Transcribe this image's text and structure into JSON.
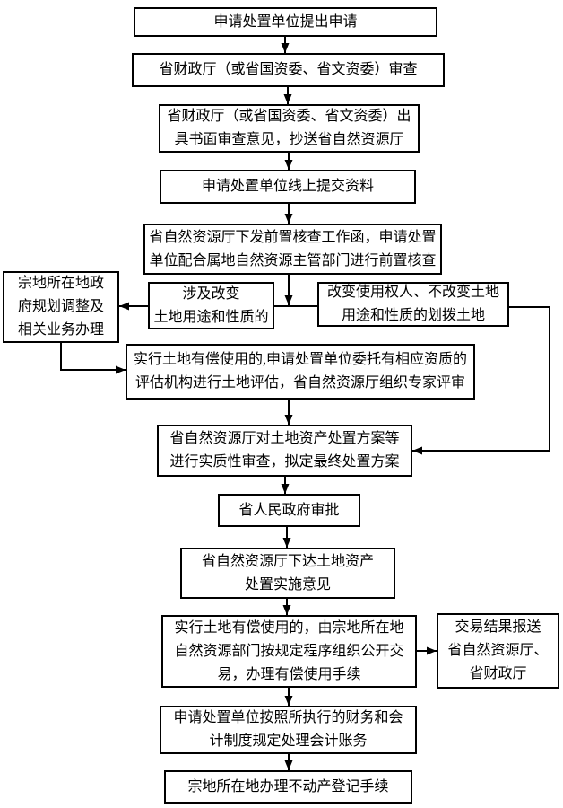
{
  "colors": {
    "background": "#ffffff",
    "line": "#000000",
    "text": "#000000"
  },
  "nodes": {
    "n1": {
      "text": "申请处置单位提出申请"
    },
    "n2": {
      "text": "省财政厅（或省国资委、省文资委）审查"
    },
    "n3": {
      "text": "省财政厅（或省国资委、省文资委）出\n具书面审查意见，抄送省自然资源厅"
    },
    "n4": {
      "text": "申请处置单位线上提交资料"
    },
    "n5": {
      "text": "省自然资源厅下发前置核查工作函，申请处置\n单位配合属地自然资源主管部门进行前置核查"
    },
    "n6": {
      "text": "涉及改变\n土地用途和性质的"
    },
    "n7": {
      "text": "改变使用权人、不改变土地\n用途和性质的划拨土地"
    },
    "n8": {
      "text": "宗地所在地政\n府规划调整及\n相关业务办理"
    },
    "n9": {
      "text": "实行土地有偿使用的,申请处置单位委托有相应资质的\n评估机构进行土地评估，省自然资源厅组织专家评审"
    },
    "n10": {
      "text": "省自然资源厅对土地资产处置方案等\n进行实质性审查，拟定最终处置方案"
    },
    "n11": {
      "text": "省人民政府审批"
    },
    "n12": {
      "text": "省自然资源厅下达土地资产\n处置实施意见"
    },
    "n13": {
      "text": "实行土地有偿使用的，由宗地所在地\n自然资源部门按规定程序组织公开交\n易，办理有偿使用手续"
    },
    "n14": {
      "text": "交易结果报送\n省自然资源厅、\n省财政厅"
    },
    "n15": {
      "text": "申请处置单位按照所执行的财务和会\n计制度规定处理会计账务"
    },
    "n16": {
      "text": "宗地所在地办理不动产登记手续"
    }
  }
}
